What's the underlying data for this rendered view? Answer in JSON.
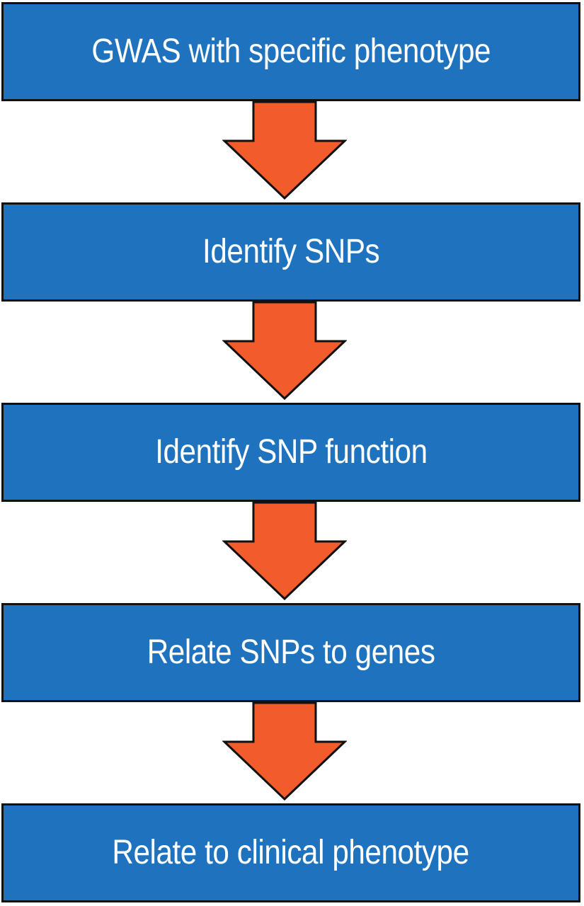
{
  "colors": {
    "box_fill": "#1f73be",
    "arrow_fill": "#f25b2a",
    "outline": "#111111",
    "text": "#ffffff"
  },
  "steps": [
    {
      "label": "GWAS with specific phenotype"
    },
    {
      "label": "Identify SNPs"
    },
    {
      "label": "Identify SNP function"
    },
    {
      "label": "Relate SNPs to genes"
    },
    {
      "label": "Relate to clinical phenotype"
    }
  ],
  "arrows": [
    {
      "icon": "down-arrow-icon"
    },
    {
      "icon": "down-arrow-icon"
    },
    {
      "icon": "down-arrow-icon"
    },
    {
      "icon": "down-arrow-icon"
    }
  ]
}
